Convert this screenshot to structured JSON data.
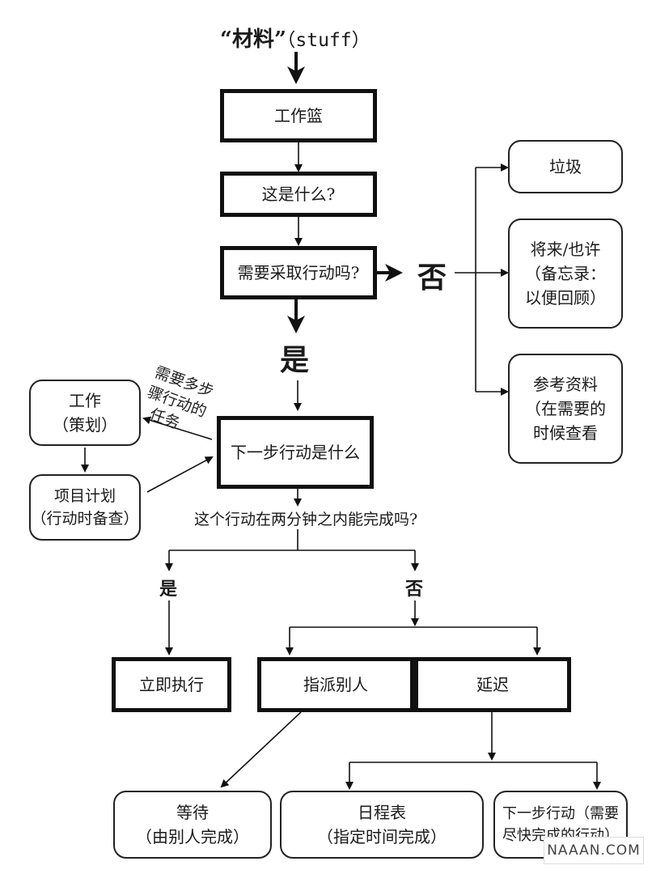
{
  "title": {
    "bold": "“材料”",
    "rest": "（stuff）"
  },
  "boxes": {
    "inbox": "工作篮",
    "what": "这是什么?",
    "actionable": "需要采取行动吗?",
    "next_action": "下一步行动是什么",
    "do_now": "立即执行",
    "delegate": "指派别人",
    "defer": "延迟",
    "trash": "垃圾",
    "someday": [
      "将来/也许",
      "（备忘录：",
      "以便回顾）"
    ],
    "reference": [
      "参考资料",
      "（在需要的",
      "时候查看"
    ],
    "project_work": [
      "工作",
      "（策划）"
    ],
    "project_plan": [
      "项目计划",
      "（行动时备查）"
    ],
    "waiting": [
      "等待",
      "（由别人完成）"
    ],
    "calendar": [
      "日程表",
      "（指定时间完成）"
    ],
    "next_actions_list": [
      "下一步行动（需要",
      "尽快完成的行动）"
    ]
  },
  "labels": {
    "no_big": "否",
    "yes_big": "是",
    "multi_step": [
      "需要多步",
      "骤行动的",
      "任务"
    ],
    "two_minute_question": "这个行动在两分钟之内能完成吗?",
    "yes_small": "是",
    "no_small": "否"
  },
  "watermark": "NAAAN.COM"
}
